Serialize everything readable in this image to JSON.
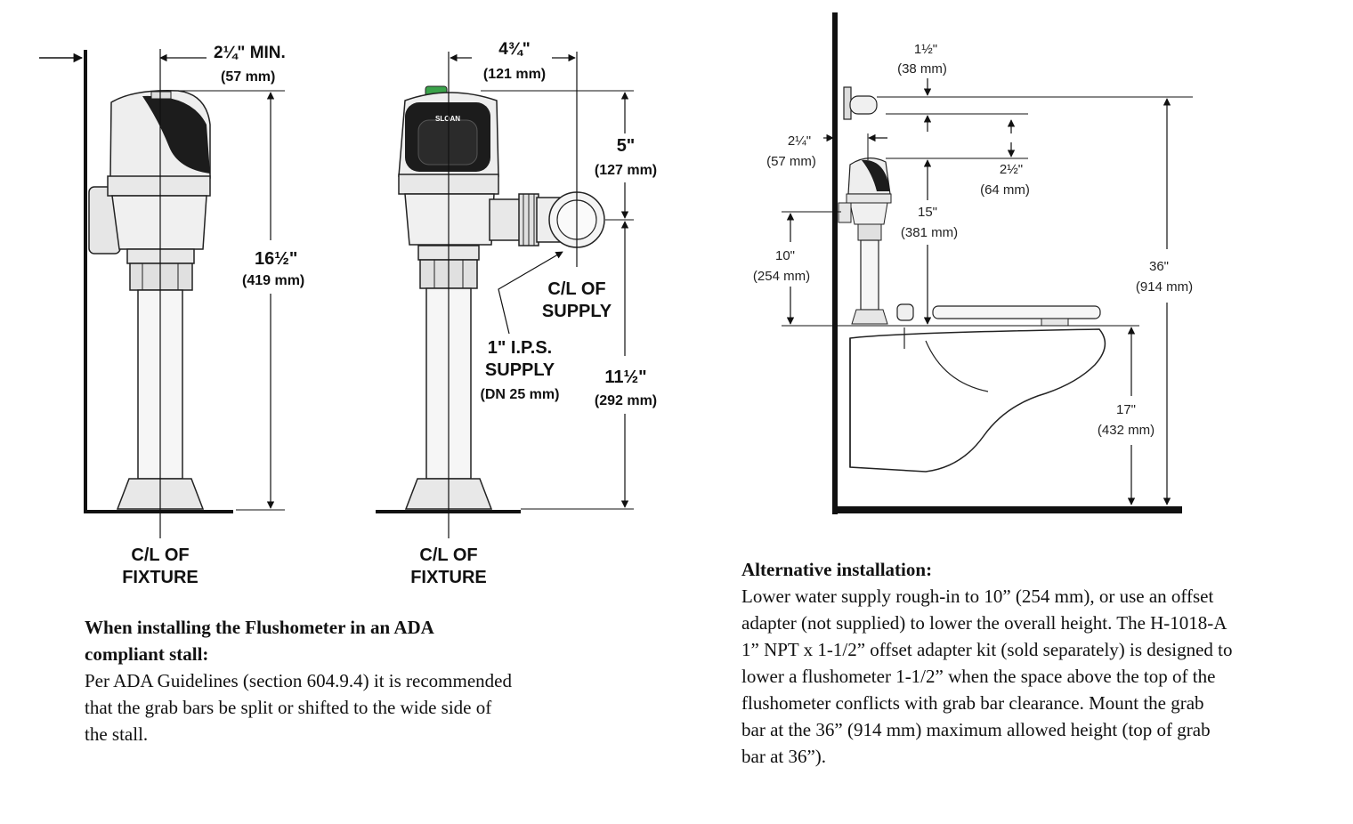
{
  "left_diagram": {
    "min_width": "2¼\" MIN.",
    "min_width_mm": "(57 mm)",
    "height": "16½\"",
    "height_mm": "(419 mm)",
    "cl_fixture_line1": "C/L OF",
    "cl_fixture_line2": "FIXTURE"
  },
  "middle_diagram": {
    "width": "4¾\"",
    "width_mm": "(121 mm)",
    "top_to_supply": "5\"",
    "top_to_supply_mm": "(127 mm)",
    "supply_height": "11½\"",
    "supply_height_mm": "(292 mm)",
    "cl_supply_line1": "C/L OF",
    "cl_supply_line2": "SUPPLY",
    "ips_line1": "1\" I.P.S.",
    "ips_line2": "SUPPLY",
    "ips_line3": "(DN 25 mm)",
    "cl_fixture_line1": "C/L OF",
    "cl_fixture_line2": "FIXTURE",
    "brand": "SLOAN"
  },
  "right_diagram": {
    "d1": "1½\"",
    "d1_mm": "(38 mm)",
    "d2": "2¼\"",
    "d2_mm": "(57 mm)",
    "d3": "2½\"",
    "d3_mm": "(64 mm)",
    "d4": "15\"",
    "d4_mm": "(381  mm)",
    "d5": "10\"",
    "d5_mm": "(254 mm)",
    "d6": "36\"",
    "d6_mm": "(914  mm)",
    "d7": "17\"",
    "d7_mm": "(432  mm)"
  },
  "ada_note": {
    "heading_line1": "When installing the Flushometer in an ADA",
    "heading_line2": "compliant stall:",
    "body_line1": "Per ADA Guidelines (section 604.9.4) it is recommended",
    "body_line2": "that the grab bars be split or shifted to the wide side of",
    "body_line3": "the stall."
  },
  "alt_note": {
    "heading": "Alternative installation:",
    "line1": "Lower water supply rough-in to 10” (254 mm), or use an  offset",
    "line2": "adapter (not supplied) to lower the overall height. The H-1018-A",
    "line3": "1” NPT x 1-1/2” offset adapter kit (sold separately) is designed to",
    "line4": "lower a flushometer 1-1/2” when the space above the top of the",
    "line5": "flushometer conflicts with grab bar clearance. Mount the grab",
    "line6": "bar at the 36” (914 mm) maximum allowed height (top of grab",
    "line7": "bar at 36”)."
  },
  "colors": {
    "ink": "#111111",
    "body": "#e8e8e8",
    "sensor": "#1c1c1c",
    "button": "#3aa24a"
  }
}
